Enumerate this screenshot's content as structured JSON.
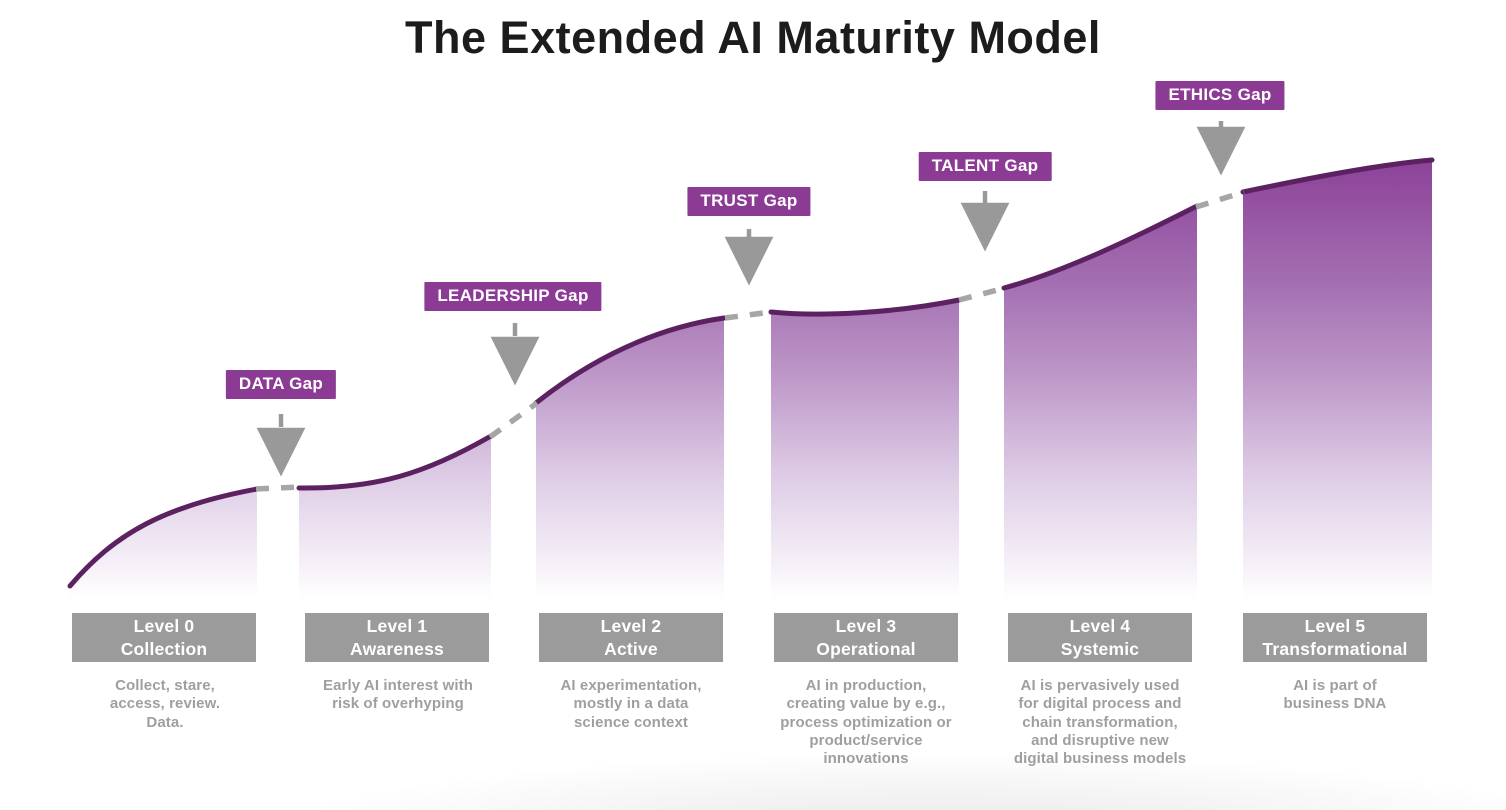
{
  "title": "The Extended AI Maturity Model",
  "gaps": [
    {
      "label": "DATA Gap"
    },
    {
      "label": "LEADERSHIP Gap"
    },
    {
      "label": "TRUST Gap"
    },
    {
      "label": "TALENT Gap"
    },
    {
      "label": "ETHICS Gap"
    }
  ],
  "levels": [
    {
      "level": "Level 0",
      "name": "Collection",
      "description": "Collect, stare, access, review. Data."
    },
    {
      "level": "Level 1",
      "name": "Awareness",
      "description": "Early AI interest with risk of overhyping"
    },
    {
      "level": "Level 2",
      "name": "Active",
      "description": "AI experimentation, mostly in a data science context"
    },
    {
      "level": "Level 3",
      "name": "Operational",
      "description": "AI in production, creating value by e.g., process optimization or product/service innovations"
    },
    {
      "level": "Level 4",
      "name": "Systemic",
      "description": "AI is pervasively used for digital process and chain transformation, and disruptive new digital business models"
    },
    {
      "level": "Level 5",
      "name": "Transformational",
      "description": "AI is part of business DNA"
    }
  ],
  "colors": {
    "gap_badge": "#8c3b94",
    "curve_line": "#5c2161",
    "connector_dash": "#a6a6a6",
    "arrow": "#999999",
    "level_box": "#9b9b9b",
    "description_text": "#9f9f9f",
    "fill_gradient_top": "#8a3e96",
    "fill_gradient_bottom": "#ffffff",
    "title_text": "#1c1c1c"
  }
}
